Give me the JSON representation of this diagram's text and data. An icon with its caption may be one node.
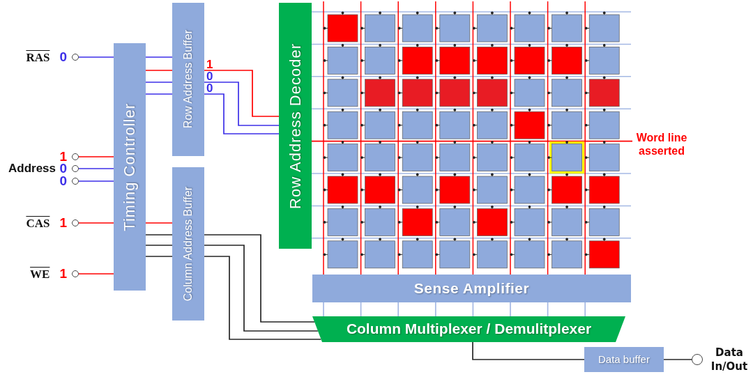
{
  "diagram": {
    "nodes": [
      {
        "text": [],
        "shape": "circle",
        "beside": [
          "RAS",
          "0"
        ]
      },
      {
        "text": [],
        "shape": "circle",
        "beside": [
          "1"
        ]
      },
      {
        "text": [],
        "shape": "circle",
        "beside": [
          "0"
        ]
      },
      {
        "text": [],
        "shape": "circle",
        "beside": [
          "0"
        ]
      },
      {
        "text": [],
        "shape": "circle",
        "beside": [
          "CAS",
          "1"
        ]
      },
      {
        "text": [],
        "shape": "circle",
        "beside": [
          "WE",
          "1"
        ]
      },
      {
        "text": [
          "Timing Controller"
        ]
      },
      {
        "text": [
          "Row Address Buffer"
        ]
      },
      {
        "text": [
          "Column Address Buffer"
        ]
      },
      {
        "text": [
          "Row Address Decoder"
        ]
      },
      {
        "text": [
          "Sense Amplifier"
        ]
      },
      {
        "text": [
          "Column Multiplexer / Demulitplexer"
        ]
      },
      {
        "text": [
          "Data buffer"
        ]
      },
      {
        "text": [],
        "shape": "circle",
        "beside": [
          "Data In/Out"
        ]
      },
      {
        "text": [
          "Word line asserted"
        ]
      }
    ],
    "edges": [
      {
        "from": 0,
        "to": 6,
        "arrow": "none",
        "color": "#3c2fe8"
      },
      {
        "from": 1,
        "to": 6,
        "arrow": "none",
        "color": "#ff0000"
      },
      {
        "from": 2,
        "to": 6,
        "arrow": "none",
        "color": "#3c2fe8"
      },
      {
        "from": 3,
        "to": 6,
        "arrow": "none",
        "color": "#3c2fe8"
      },
      {
        "from": 4,
        "to": 6,
        "arrow": "none",
        "color": "#ff0000"
      },
      {
        "from": 5,
        "to": 6,
        "arrow": "none",
        "color": "#ff0000"
      },
      {
        "from": 6,
        "to": 7,
        "arrow": "none",
        "color": "#3c2fe8"
      },
      {
        "from": 6,
        "to": 7,
        "arrow": "none",
        "color": "#ff0000"
      },
      {
        "from": 6,
        "to": 7,
        "arrow": "none",
        "color": "#3c2fe8"
      },
      {
        "from": 6,
        "to": 7,
        "arrow": "none",
        "color": "#3c2fe8"
      },
      {
        "from": 7,
        "to": 9,
        "arrow": "none",
        "label": "1",
        "color": "#ff0000"
      },
      {
        "from": 7,
        "to": 9,
        "arrow": "none",
        "label": "0",
        "color": "#3c2fe8"
      },
      {
        "from": 7,
        "to": 9,
        "arrow": "none",
        "label": "0",
        "color": "#3c2fe8"
      },
      {
        "from": 6,
        "to": 8,
        "arrow": "none",
        "color": "#ff0000"
      },
      {
        "from": 6,
        "to": 8,
        "arrow": "none",
        "color": "#262626"
      },
      {
        "from": 6,
        "to": 8,
        "arrow": "none",
        "color": "#262626"
      },
      {
        "from": 6,
        "to": 8,
        "arrow": "none",
        "color": "#262626"
      },
      {
        "from": 8,
        "to": 11,
        "arrow": "none",
        "color": "#262626"
      },
      {
        "from": 8,
        "to": 11,
        "arrow": "none",
        "color": "#262626"
      },
      {
        "from": 8,
        "to": 11,
        "arrow": "none",
        "color": "#262626"
      },
      {
        "from": 9,
        "to": null,
        "arrow": "none",
        "color": "#a4b8e4"
      },
      {
        "from": 9,
        "to": null,
        "arrow": "none",
        "color": "#a4b8e4"
      },
      {
        "from": 9,
        "to": null,
        "arrow": "none",
        "color": "#a4b8e4"
      },
      {
        "from": 9,
        "to": null,
        "arrow": "none",
        "color": "#a4b8e4"
      },
      {
        "from": 9,
        "to": 14,
        "arrow": "none",
        "color": "#ff0000"
      },
      {
        "from": 9,
        "to": null,
        "arrow": "none",
        "color": "#a4b8e4"
      },
      {
        "from": 9,
        "to": null,
        "arrow": "none",
        "color": "#a4b8e4"
      },
      {
        "from": 9,
        "to": null,
        "arrow": "none",
        "color": "#a4b8e4"
      },
      {
        "from": null,
        "to": 10,
        "arrow": "none",
        "color": "#ff0000"
      },
      {
        "from": null,
        "to": 10,
        "arrow": "none",
        "color": "#ff0000"
      },
      {
        "from": null,
        "to": 10,
        "arrow": "none",
        "color": "#ff0000"
      },
      {
        "from": null,
        "to": 10,
        "arrow": "none",
        "color": "#ff0000"
      },
      {
        "from": null,
        "to": 10,
        "arrow": "none",
        "color": "#ff0000"
      },
      {
        "from": null,
        "to": 10,
        "arrow": "none",
        "color": "#ff0000"
      },
      {
        "from": null,
        "to": 10,
        "arrow": "none",
        "color": "#ff0000"
      },
      {
        "from": null,
        "to": 10,
        "arrow": "none",
        "color": "#ff0000"
      },
      {
        "from": 10,
        "to": 11,
        "arrow": "none",
        "color": "#a4b8e4"
      },
      {
        "from": 10,
        "to": 11,
        "arrow": "none",
        "color": "#a4b8e4"
      },
      {
        "from": 10,
        "to": 11,
        "arrow": "none",
        "color": "#a4b8e4"
      },
      {
        "from": 10,
        "to": 11,
        "arrow": "none",
        "color": "#a4b8e4"
      },
      {
        "from": 10,
        "to": 11,
        "arrow": "none",
        "color": "#a4b8e4"
      },
      {
        "from": 10,
        "to": 11,
        "arrow": "none",
        "color": "#a4b8e4"
      },
      {
        "from": 10,
        "to": 11,
        "arrow": "none",
        "color": "#a4b8e4"
      },
      {
        "from": 10,
        "to": 11,
        "arrow": "none",
        "color": "#a4b8e4"
      },
      {
        "from": 11,
        "to": 12,
        "arrow": "none",
        "color": "#262626"
      },
      {
        "from": 12,
        "to": 13,
        "arrow": "none",
        "color": "#262626"
      }
    ],
    "labels": [
      "Address"
    ]
  }
}
